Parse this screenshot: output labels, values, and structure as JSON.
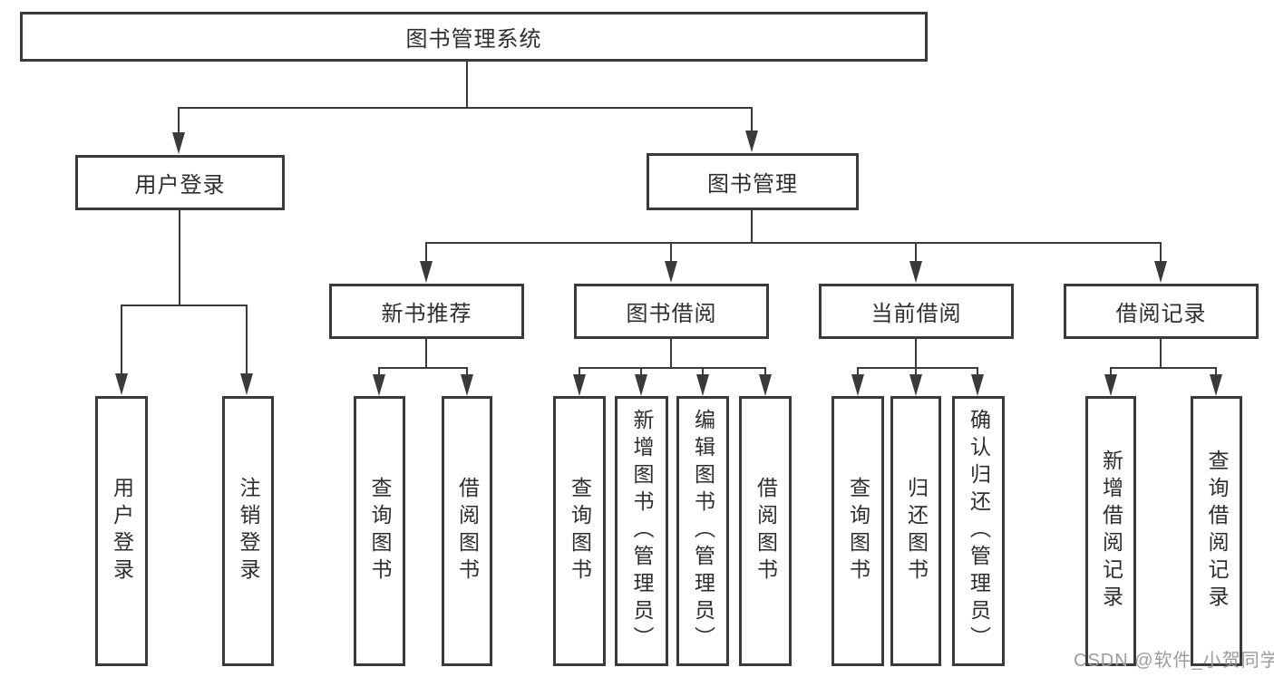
{
  "tree": {
    "root": {
      "label": "图书管理系统"
    },
    "branches": [
      {
        "label": "用户登录",
        "children": [
          {
            "label": "用户登录"
          },
          {
            "label": "注销登录"
          }
        ]
      },
      {
        "label": "图书管理",
        "children": [
          {
            "label": "新书推荐",
            "children": [
              {
                "label": "查询图书"
              },
              {
                "label": "借阅图书"
              }
            ]
          },
          {
            "label": "图书借阅",
            "children": [
              {
                "label": "查询图书"
              },
              {
                "label": "新增图书（管理员）"
              },
              {
                "label": "编辑图书（管理员）"
              },
              {
                "label": "借阅图书"
              }
            ]
          },
          {
            "label": "当前借阅",
            "children": [
              {
                "label": "查询图书"
              },
              {
                "label": "归还图书"
              },
              {
                "label": "确认归还（管理员）"
              }
            ]
          },
          {
            "label": "借阅记录",
            "children": [
              {
                "label": "新增借阅记录"
              },
              {
                "label": "查询借阅记录"
              }
            ]
          }
        ]
      }
    ]
  },
  "watermark": {
    "text": "CSDN @软件_小贺同学"
  },
  "colors": {
    "background": "#ffffff",
    "line": "#3a3a3a",
    "text": "#2e2e2e",
    "watermark": "#9b9b9b"
  }
}
